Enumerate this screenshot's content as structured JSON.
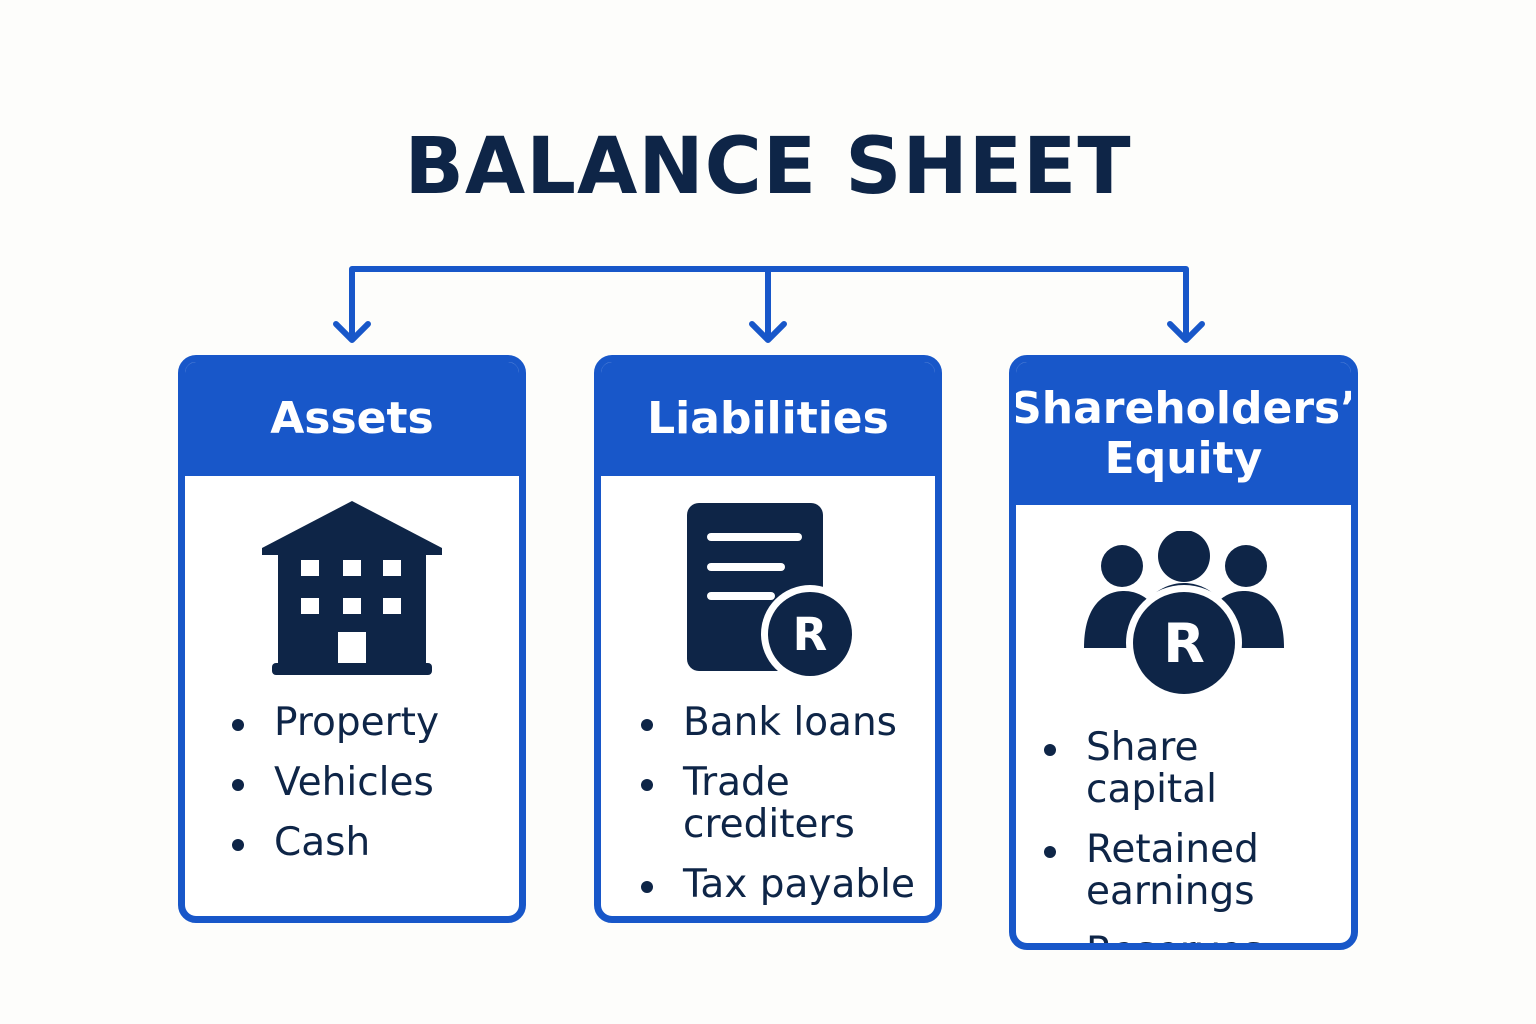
{
  "title": "BALANCE SHEET",
  "colors": {
    "accent": "#1857c9",
    "navy": "#0e2547",
    "background": "#fdfdfb"
  },
  "columns": [
    {
      "heading": "Assets",
      "icon": "building-icon",
      "items": [
        "Property",
        "Vehicles",
        "Cash"
      ]
    },
    {
      "heading": "Liabilities",
      "icon": "document-rand-icon",
      "icon_letter": "R",
      "items": [
        "Bank loans",
        "Trade crediters",
        "Tax payable"
      ]
    },
    {
      "heading": "Shareholders’ Equity",
      "icon": "shareholders-rand-icon",
      "icon_letter": "R",
      "items": [
        "Share capital",
        "Retained earnings",
        "Reserves"
      ]
    }
  ]
}
